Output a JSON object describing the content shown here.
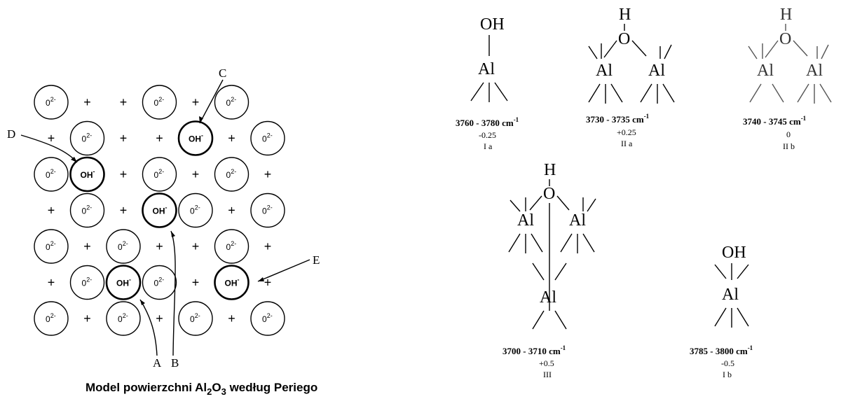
{
  "grid": {
    "rows": [
      [
        "O2-",
        "+",
        "+",
        "O2-",
        "+",
        "O2-"
      ],
      [
        "+",
        "O2-",
        "+",
        "+",
        "OH-",
        "+",
        "O2-"
      ],
      [
        "O2-",
        "OH-",
        "+",
        "O2-",
        "+",
        "O2-",
        "+"
      ],
      [
        "+",
        "O2-",
        "+",
        "OH-",
        "O2-",
        "+",
        "O2-"
      ],
      [
        "O2-",
        "+",
        "O2-",
        "+",
        "+",
        "O2-",
        "+"
      ],
      [
        "+",
        "O2-",
        "OH-",
        "O2-",
        "+",
        "OH-",
        "+"
      ],
      [
        "O2-",
        "+",
        "O2-",
        "+",
        "O2-",
        "+",
        "O2-"
      ]
    ],
    "ion_labels": {
      "oxide": "0",
      "oxide_sup": "2-",
      "hydroxyl": "OH",
      "hydroxyl_sup": "-"
    },
    "plus_label": "+",
    "pointers": {
      "A": "A",
      "B": "B",
      "C": "C",
      "D": "D",
      "E": "E"
    }
  },
  "caption": {
    "prefix": "Model powierzchni Al",
    "sub1": "2",
    "mid": "O",
    "sub2": "3",
    "suffix": " według Periego"
  },
  "structures": {
    "Ia": {
      "group": "OH",
      "atom": "Al",
      "freq": "3760 - 3780 cm",
      "exp": "-1",
      "charge": "-0.25",
      "label": "I a"
    },
    "IIa": {
      "h": "H",
      "o": "O",
      "atom": "Al",
      "freq": "3730 - 3735 cm",
      "exp": "-1",
      "charge": "+0.25",
      "label": "II a"
    },
    "IIb": {
      "h": "H",
      "o": "O",
      "atom": "Al",
      "freq": "3740 - 3745 cm",
      "exp": "-1",
      "charge": "0",
      "label": "II b"
    },
    "III": {
      "h": "H",
      "o": "O",
      "atom": "Al",
      "freq": "3700 - 3710 cm",
      "exp": "-1",
      "charge": "+0.5",
      "label": "III"
    },
    "Ib": {
      "group": "OH",
      "atom": "Al",
      "freq": "3785 - 3800 cm",
      "exp": "-1",
      "charge": "-0.5",
      "label": "I b"
    }
  }
}
